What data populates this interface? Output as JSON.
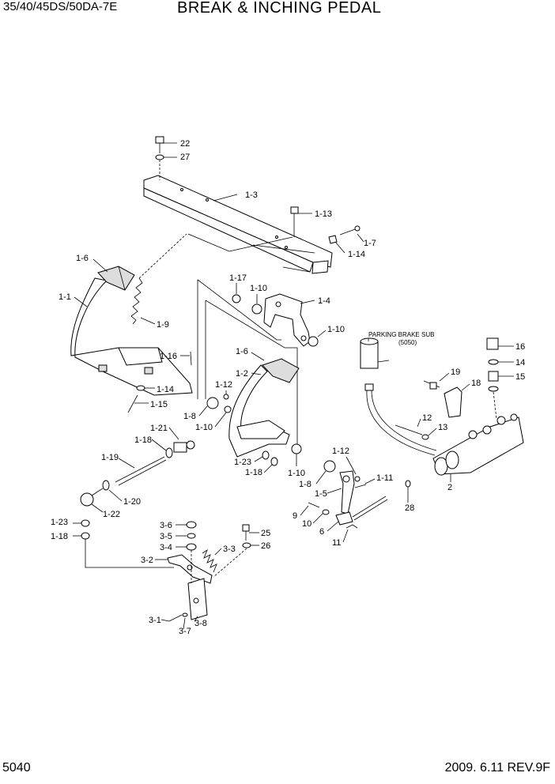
{
  "header": {
    "model": "35/40/45DS/50DA-7E",
    "title": "BREAK & INCHING PEDAL"
  },
  "footer": {
    "page_number": "5040",
    "date_revision": "2009. 6.11  REV.9F"
  },
  "subassembly_note": {
    "line1": "PARKING BRAKE SUB",
    "line2": "(5050)"
  },
  "callouts": [
    "22",
    "27",
    "1-3",
    "1-13",
    "1-7",
    "1-14",
    "1-6",
    "1-1",
    "1-9",
    "1-17",
    "1-10",
    "1-4",
    "1-10",
    "1-16",
    "1-14",
    "1-15",
    "1-12",
    "1-8",
    "1-10",
    "1-6",
    "1-2",
    "1-21",
    "1-18",
    "1-19",
    "1-20",
    "1-22",
    "1-23",
    "1-18",
    "1-23",
    "1-18",
    "1-10",
    "1-12",
    "1-8",
    "1-11",
    "1-5",
    "9",
    "10",
    "6",
    "11",
    "16",
    "14",
    "15",
    "19",
    "18",
    "12",
    "13",
    "2",
    "28",
    "3-6",
    "3-5",
    "3-4",
    "3-2",
    "3-3",
    "25",
    "26",
    "3-1",
    "3-8",
    "3-7"
  ]
}
